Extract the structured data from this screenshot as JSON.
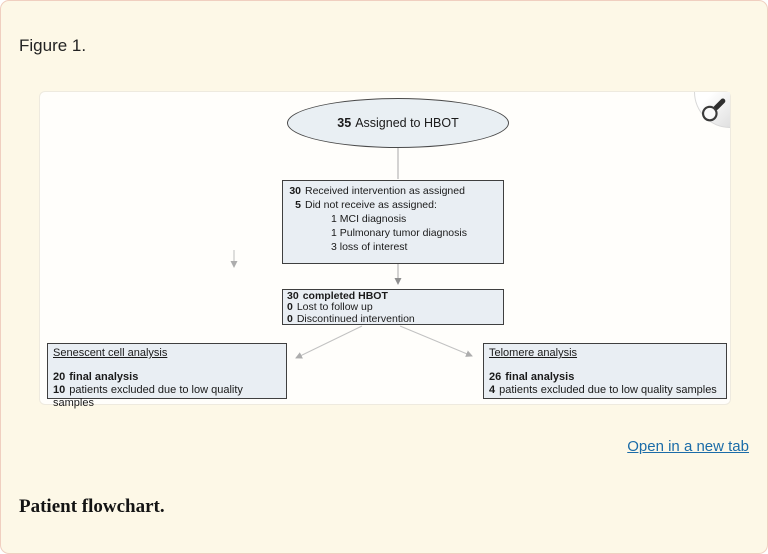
{
  "page": {
    "figure_label": "Figure 1.",
    "caption": "Patient flowchart.",
    "open_link_label": "Open in a new tab",
    "icons": {
      "zoom_button": "magnifier-icon"
    },
    "colors": {
      "page_background": "#fdf8e7",
      "page_border": "#f0cfc0",
      "panel_background": "#fffefb",
      "node_fill": "#e9eef3",
      "node_border": "#3f3f3f",
      "link_blue": "#1b6ca8",
      "arrow_gray": "#9a9a9a"
    }
  },
  "flowchart": {
    "assigned": {
      "num": "35",
      "text": "Assigned to HBOT"
    },
    "received": {
      "lines": [
        {
          "num": "30",
          "text": "Received intervention as assigned"
        },
        {
          "num": "5",
          "text": "Did not receive as assigned:"
        }
      ],
      "sublines": [
        "1 MCI diagnosis",
        "1 Pulmonary tumor diagnosis",
        "3 loss of interest"
      ]
    },
    "completed": {
      "lines": [
        {
          "num": "30",
          "text": "completed HBOT"
        },
        {
          "num": "0",
          "text": "Lost to follow up"
        },
        {
          "num": "0",
          "text": "Discontinued intervention"
        }
      ]
    },
    "senescent": {
      "title": "Senescent cell analysis",
      "lines": [
        {
          "num": "20",
          "text": "final analysis"
        },
        {
          "num": "10",
          "text": "patients excluded due to low quality samples"
        }
      ]
    },
    "telomere": {
      "title": "Telomere analysis",
      "lines": [
        {
          "num": "26",
          "text": "final analysis"
        },
        {
          "num": "4",
          "text": "patients excluded due to low quality samples"
        }
      ]
    }
  }
}
